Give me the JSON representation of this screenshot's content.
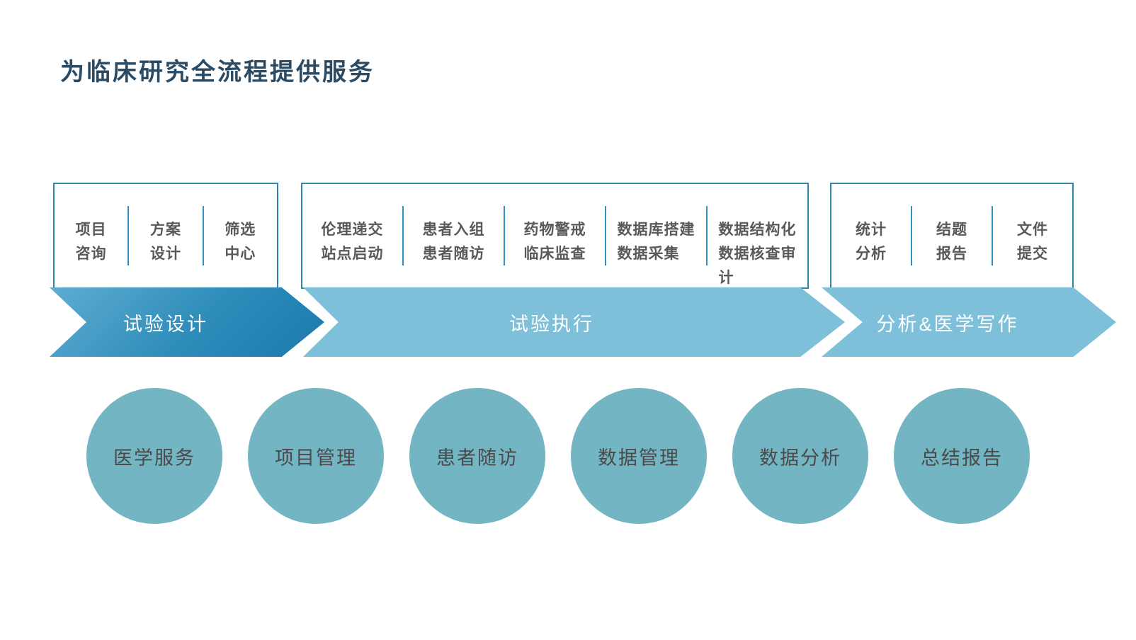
{
  "page": {
    "title": "为临床研究全流程提供服务"
  },
  "colors": {
    "title_text": "#2b4a63",
    "box_border": "#2e86ac",
    "box_divider": "#2e93c4",
    "box_text": "#595959",
    "banner1_gradient_start": "#5fadd1",
    "banner1_gradient_end": "#1b7aab",
    "banner_light_fill": "#7ec0da",
    "banner_text": "#ffffff",
    "circle_fill": "#74b5c4",
    "circle_text": "#4a4a4a",
    "background": "#ffffff"
  },
  "stages": [
    {
      "banner": "试验设计",
      "items": [
        {
          "lines": [
            "项目",
            "咨询"
          ]
        },
        {
          "lines": [
            "方案",
            "设计"
          ]
        },
        {
          "lines": [
            "筛选",
            "中心"
          ]
        }
      ]
    },
    {
      "banner": "试验执行",
      "items": [
        {
          "lines": [
            "伦理递交",
            "站点启动"
          ]
        },
        {
          "lines": [
            "患者入组",
            "患者随访"
          ]
        },
        {
          "lines": [
            "药物警戒",
            "临床监查"
          ]
        },
        {
          "lines": [
            "数据库搭建",
            "数据采集"
          ]
        },
        {
          "lines": [
            "数据结构化",
            "数据核查审",
            "计"
          ]
        }
      ]
    },
    {
      "banner": "分析&医学写作",
      "items": [
        {
          "lines": [
            "统计",
            "分析"
          ]
        },
        {
          "lines": [
            "结题",
            "报告"
          ]
        },
        {
          "lines": [
            "文件",
            "提交"
          ]
        }
      ]
    }
  ],
  "circles": [
    {
      "label": "医学服务"
    },
    {
      "label": "项目管理"
    },
    {
      "label": "患者随访"
    },
    {
      "label": "数据管理"
    },
    {
      "label": "数据分析"
    },
    {
      "label": "总结报告"
    }
  ]
}
